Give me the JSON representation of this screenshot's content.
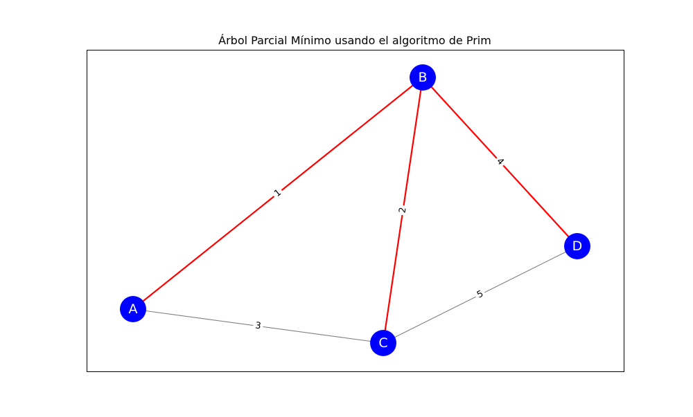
{
  "title": "Árbol Parcial Mínimo usando el algoritmo de Prim",
  "colors": {
    "node_fill": "#0000ff",
    "node_text": "#ffffff",
    "mst_edge": "#ff0000",
    "other_edge": "#808080",
    "frame": "#000000",
    "background": "#ffffff"
  },
  "nodes": [
    {
      "id": "A",
      "label": "A"
    },
    {
      "id": "B",
      "label": "B"
    },
    {
      "id": "C",
      "label": "C"
    },
    {
      "id": "D",
      "label": "D"
    }
  ],
  "edges": [
    {
      "source": "A",
      "target": "B",
      "weight": "1",
      "in_mst": true
    },
    {
      "source": "B",
      "target": "C",
      "weight": "2",
      "in_mst": true
    },
    {
      "source": "B",
      "target": "D",
      "weight": "4",
      "in_mst": true
    },
    {
      "source": "A",
      "target": "C",
      "weight": "3",
      "in_mst": false
    },
    {
      "source": "C",
      "target": "D",
      "weight": "5",
      "in_mst": false
    }
  ]
}
